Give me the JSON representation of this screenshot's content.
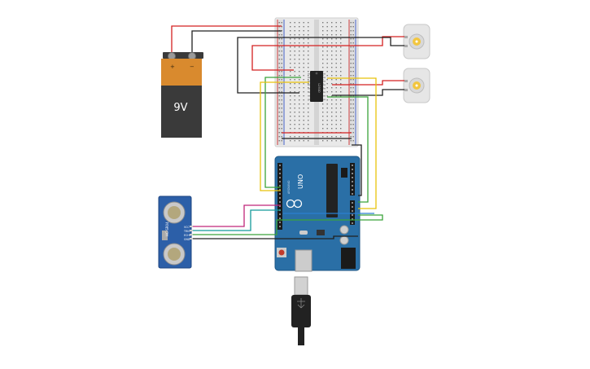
{
  "battery": {
    "label": "9V",
    "plus": "+",
    "minus": "−"
  },
  "sensor": {
    "model": "HC-SR04",
    "pins": [
      "VCC",
      "TRIG",
      "ECHO",
      "GND"
    ]
  },
  "arduino": {
    "model": "UNO",
    "brand": "ARDUINO"
  },
  "motor_driver": {
    "label": "L293D"
  },
  "colors": {
    "red_wire": "#d42020",
    "black_wire": "#202020",
    "green_wire": "#3aa33a",
    "yellow_wire": "#e8c20a",
    "blue_wire": "#2a7fd0",
    "magenta_wire": "#c0267a",
    "teal_wire": "#139a9a",
    "arduino_board": "#2a6fa6",
    "sensor_board": "#2c5fa8",
    "battery_top": "#d98a2e",
    "battery_body": "#3a3a3a"
  }
}
